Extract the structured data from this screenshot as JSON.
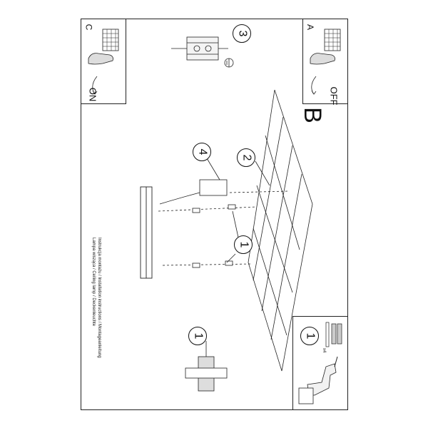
{
  "header": {
    "section_label": "B"
  },
  "panels": {
    "a": {
      "letter": "A",
      "state": "OFF"
    },
    "c": {
      "letter": "C",
      "state": "ON"
    }
  },
  "steps": {
    "step_1_main": "1",
    "step_1_drill": "1",
    "step_1_detail": "1",
    "step_2": "2",
    "step_3": "3",
    "step_4": "4",
    "anchor_count": "x4"
  },
  "caption": {
    "line1": "Instrukcja montażu / Installation instructions / Montageanleitung",
    "line2": "Lampa wisząca / Ceiling lamp / Deckenleuchte"
  },
  "icons": [
    "switch-hand-icon",
    "drill-icon",
    "wall-anchor-icon",
    "terminal-block-icon",
    "ground-icon"
  ]
}
